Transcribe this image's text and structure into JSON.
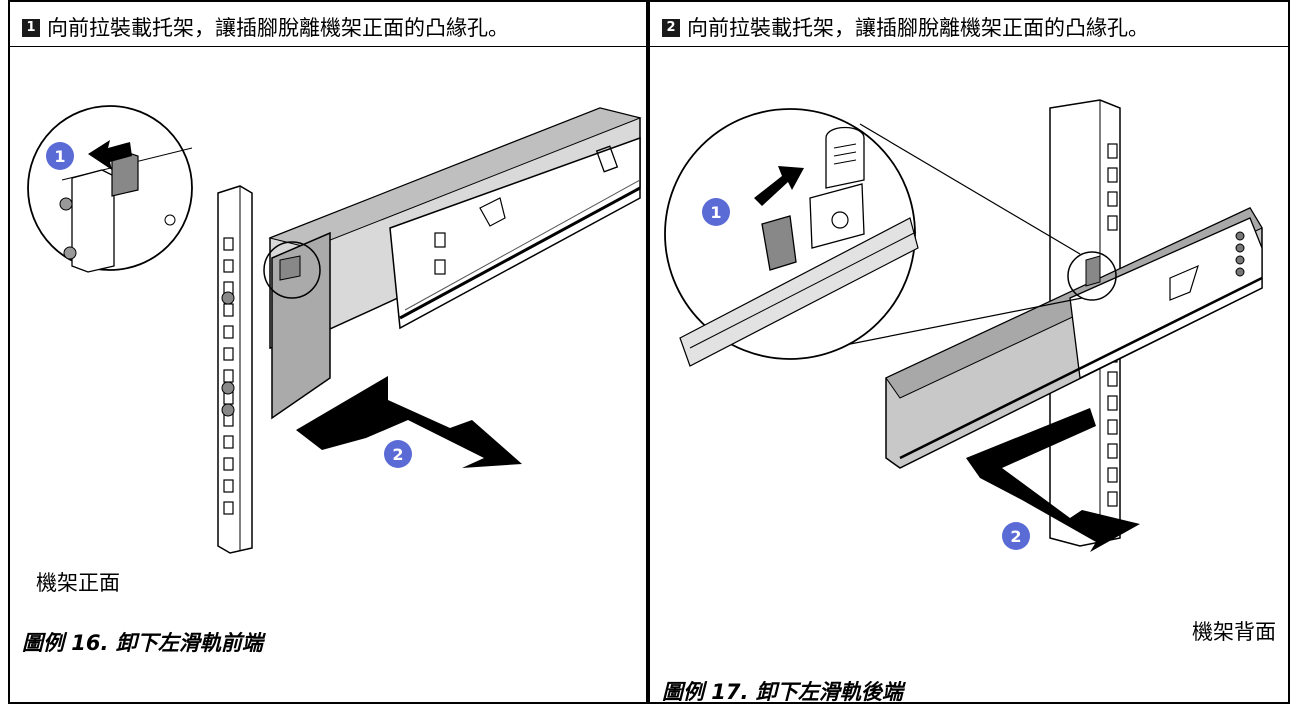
{
  "panel1": {
    "step_number": "1",
    "step_text": "向前拉裝載托架，讓插腳脫離機架正面的凸緣孔。",
    "callout_1": "1",
    "callout_2": "2",
    "location_label": "機架正面",
    "figure_caption": "圖例 16. 卸下左滑軌前端"
  },
  "panel2": {
    "step_number": "2",
    "step_text": "向前拉裝載托架，讓插腳脫離機架正面的凸緣孔。",
    "callout_1": "1",
    "callout_2": "2",
    "location_label": "機架背面",
    "figure_caption": "圖例 17. 卸下左滑軌後端"
  },
  "colors": {
    "callout_blue": "#5b6bd6",
    "border": "#000000"
  }
}
